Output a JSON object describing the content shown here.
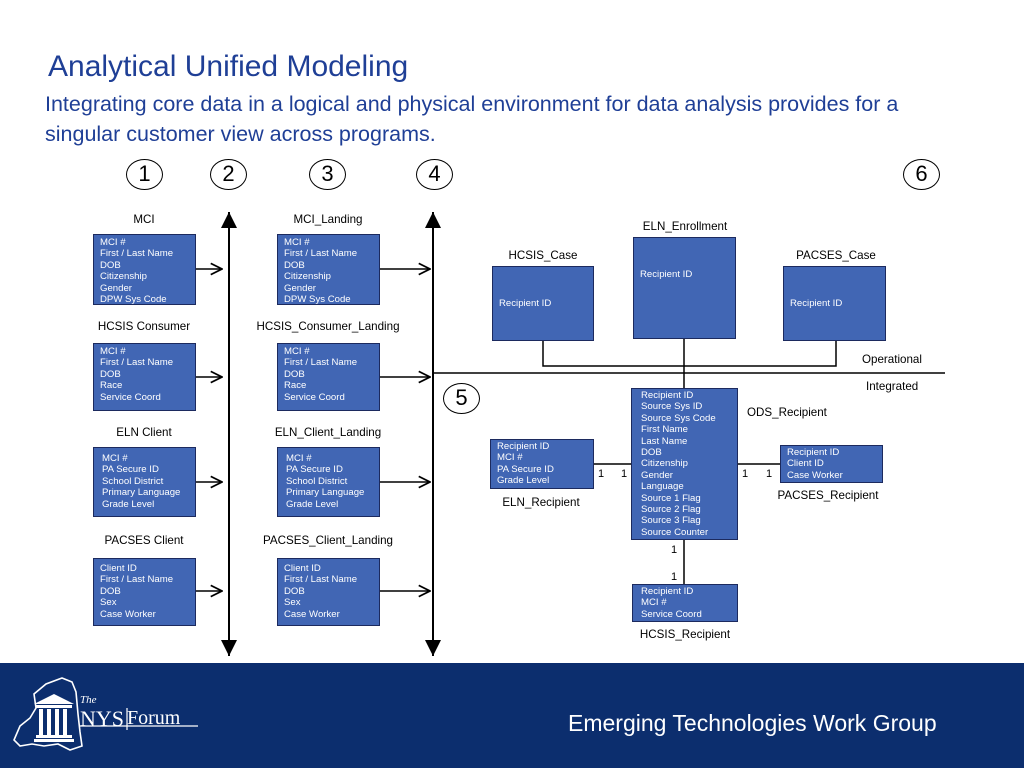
{
  "title": "Analytical Unified Modeling",
  "subtitle": "Integrating core data in a logical and physical environment for data analysis provides for a singular customer view across programs.",
  "steps": [
    "1",
    "2",
    "3",
    "4",
    "5",
    "6"
  ],
  "sources": [
    {
      "name": "MCI",
      "fields": [
        "MCI #",
        "First / Last Name",
        "DOB",
        "Citizenship",
        "Gender",
        "DPW Sys Code"
      ]
    },
    {
      "name": "HCSIS Consumer",
      "fields": [
        "MCI #",
        "First / Last Name",
        "DOB",
        "Race",
        "Service Coord"
      ]
    },
    {
      "name": "ELN Client",
      "fields": [
        "MCI #",
        "PA Secure ID",
        "School District",
        "Primary Language",
        "Grade Level"
      ]
    },
    {
      "name": "PACSES Client",
      "fields": [
        "Client ID",
        "First / Last Name",
        "DOB",
        "Sex",
        "Case Worker"
      ]
    }
  ],
  "landing": [
    {
      "name": "MCI_Landing",
      "fields": [
        "MCI #",
        "First / Last Name",
        "DOB",
        "Citizenship",
        "Gender",
        "DPW Sys Code"
      ]
    },
    {
      "name": "HCSIS_Consumer_Landing",
      "fields": [
        "MCI #",
        "First / Last Name",
        "DOB",
        "Race",
        "Service Coord"
      ]
    },
    {
      "name": "ELN_Client_Landing",
      "fields": [
        "MCI #",
        "PA Secure ID",
        "School District",
        "Primary Language",
        "Grade Level"
      ]
    },
    {
      "name": "PACSES_Client_Landing",
      "fields": [
        "Client ID",
        "First / Last Name",
        "DOB",
        "Sex",
        "Case Worker"
      ]
    }
  ],
  "operational": {
    "hcsis_case": {
      "name": "HCSIS_Case",
      "fields": [
        "Recipient ID"
      ]
    },
    "eln_enrollment": {
      "name": "ELN_Enrollment",
      "fields": [
        "Recipient ID"
      ]
    },
    "pacses_case": {
      "name": "PACSES_Case",
      "fields": [
        "Recipient ID"
      ]
    }
  },
  "zone_labels": {
    "operational": "Operational",
    "integrated": "Integrated"
  },
  "ods": {
    "name": "ODS_Recipient",
    "fields": [
      "Recipient ID",
      "Source Sys ID",
      "Source Sys Code",
      "First Name",
      "Last Name",
      "DOB",
      "Citizenship",
      "Gender",
      "Language",
      "Source 1 Flag",
      "Source 2 Flag",
      "Source 3 Flag",
      "Source Counter"
    ]
  },
  "eln_recipient": {
    "name": "ELN_Recipient",
    "fields": [
      "Recipient ID",
      "MCI #",
      "PA Secure ID",
      "Grade Level"
    ]
  },
  "pacses_recipient": {
    "name": "PACSES_Recipient",
    "fields": [
      "Recipient ID",
      "Client ID",
      "Case Worker"
    ]
  },
  "hcsis_recipient": {
    "name": "HCSIS_Recipient",
    "fields": [
      "Recipient ID",
      "MCI #",
      "Service Coord"
    ]
  },
  "cardinality": {
    "left_a": "1",
    "left_b": "1",
    "right_a": "1",
    "right_b": "1",
    "bottom_a": "1",
    "bottom_b": "1"
  },
  "footer": {
    "text": "Emerging Technologies Work Group",
    "logo_the": "The",
    "logo_nys": "NYS",
    "logo_forum": "Forum"
  }
}
